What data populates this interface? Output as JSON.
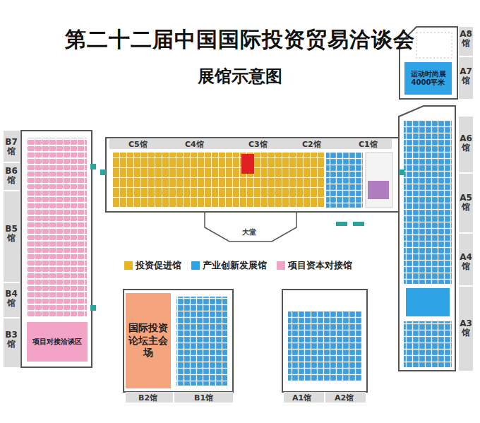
{
  "diagram": {
    "title": "第二十二届中国国际投资贸易洽谈会",
    "nodes": [
      {
        "text": [
          "国际投资论坛主会场"
        ]
      },
      {
        "text": [
          "运动时尚展 4000平米"
        ]
      },
      {
        "text": [
          "项目对接洽谈区"
        ]
      }
    ],
    "labels": [
      "展馆示意图",
      "A8馆",
      "A7馆",
      "A6馆",
      "A5馆",
      "A4馆",
      "A3馆",
      "B7馆",
      "B6馆",
      "B5馆",
      "B4馆",
      "B3馆",
      "C5馆",
      "C4馆",
      "C3馆",
      "C2馆",
      "C1馆",
      "大堂",
      "B2馆",
      "B1馆",
      "A1馆",
      "A2馆"
    ],
    "legend": [
      {
        "text": "投资促进馆",
        "color": "#e8b420"
      },
      {
        "text": "产业创新发展馆",
        "color": "#2ea3e6"
      },
      {
        "text": "项目资本对接馆",
        "color": "#f2a3c6"
      }
    ]
  }
}
